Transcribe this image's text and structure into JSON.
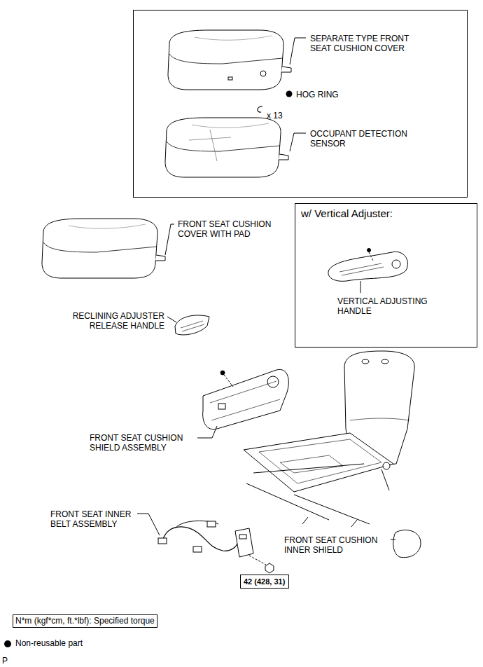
{
  "diagram": {
    "nodes": [
      {
        "text": [
          "SEPARATE TYPE FRONT SEAT CUSHION COVER",
          "HOG RING",
          "x 13",
          "OCCUPANT DETECTION SENSOR"
        ]
      },
      {
        "text": [
          "w/ Vertical Adjuster:",
          "VERTICAL ADJUSTING HANDLE"
        ]
      },
      {
        "text": [
          "42 (428, 31)"
        ]
      }
    ],
    "labels": [
      "FRONT SEAT CUSHION COVER WITH PAD",
      "RECLINING ADJUSTER RELEASE HANDLE",
      "FRONT SEAT CUSHION SHIELD ASSEMBLY",
      "FRONT SEAT INNER BELT ASSEMBLY",
      "FRONT SEAT CUSHION INNER SHIELD",
      "P"
    ],
    "legend": [
      {
        "text": "N*m (kgf*cm, ft.*lbf): Specified torque"
      },
      {
        "text": "Non-reusable part"
      }
    ]
  }
}
